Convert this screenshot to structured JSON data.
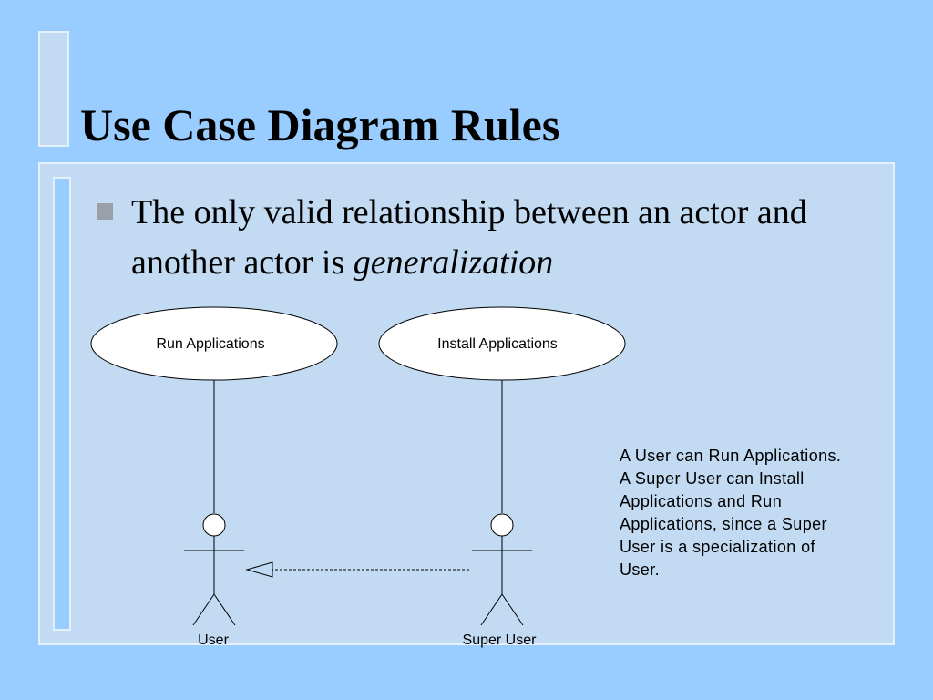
{
  "slide": {
    "title": "Use Case Diagram Rules",
    "bullet": {
      "text_plain": "The only valid relationship between an actor and another actor is ",
      "text_emphasis": "generalization"
    }
  },
  "diagram": {
    "use_cases": [
      {
        "label": "Run Applications"
      },
      {
        "label": "Install Applications"
      }
    ],
    "actors": [
      {
        "label": "User"
      },
      {
        "label": "Super User"
      }
    ],
    "relationship": "generalization",
    "note": "A User can Run Applications.\nA Super User can Install\nApplications and Run\nApplications, since a Super\nUser is a specialization of\nUser."
  },
  "colors": {
    "background": "#99ccff",
    "panel": "#c2daf2",
    "panel_border": "#e4f0fb",
    "bullet_marker": "#9aa0a8"
  }
}
